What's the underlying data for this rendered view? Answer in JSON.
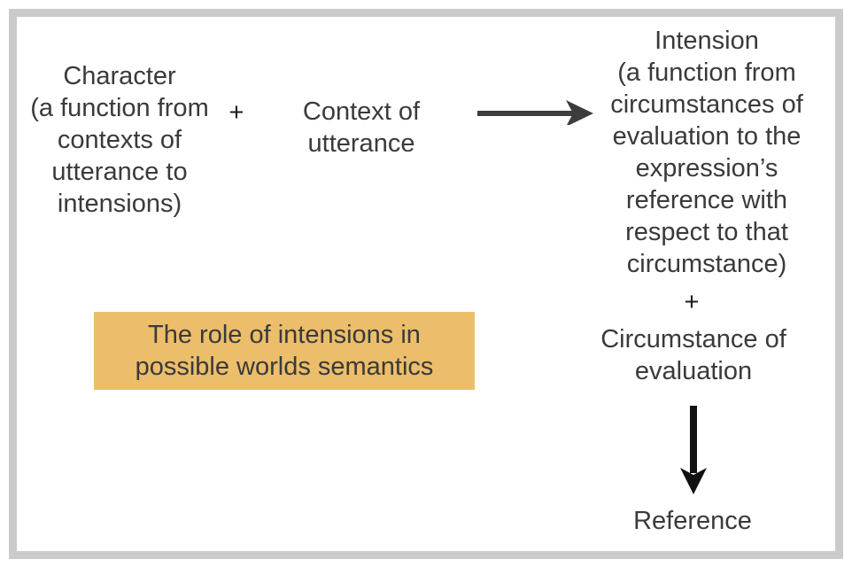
{
  "diagram": {
    "highlight_box": {
      "label": "The role of intensions in\npossible worlds semantics",
      "bg_color": "#ecbe6b"
    },
    "nodes": {
      "character": {
        "label": "Character\n(a function from\ncontexts of\nutterance to\nintensions)"
      },
      "plus_top": {
        "label": "+"
      },
      "context": {
        "label": "Context of\nutterance"
      },
      "intension": {
        "label": "Intension\n(a function from\ncircumstances of\nevaluation to the\nexpression’s\nreference with\nrespect to that\ncircumstance)"
      },
      "plus_right": {
        "label": "+"
      },
      "circumstance": {
        "label": "Circumstance of\nevaluation"
      },
      "reference": {
        "label": "Reference"
      }
    },
    "icons": {
      "right_arrow": "right-arrow",
      "down_arrow": "down-arrow"
    },
    "colors": {
      "frame_border": "#cbcbcb",
      "text": "#3a3a3a",
      "right_arrow": "#3d3d3d",
      "down_arrow": "#111111",
      "highlight": "#ecbe6b",
      "background": "#ffffff"
    }
  }
}
